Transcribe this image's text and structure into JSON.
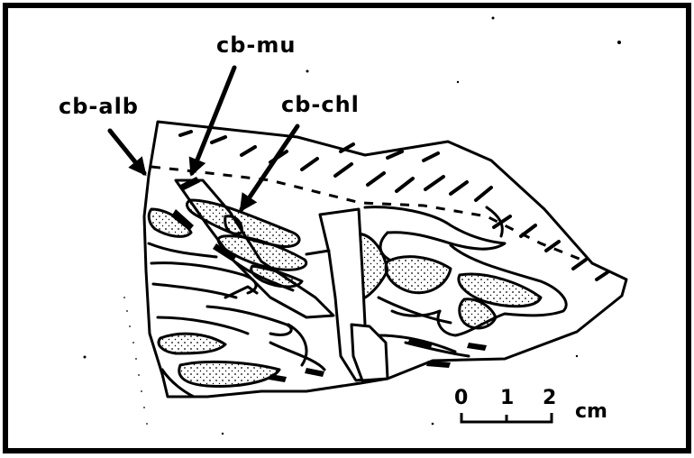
{
  "labels": {
    "cb_alb": "cb-alb",
    "cb_mu": "cb-mu",
    "cb_chl": "cb-chl"
  },
  "scale_bar": {
    "ticks": [
      "0",
      "1",
      "2"
    ],
    "unit": "cm"
  },
  "colors": {
    "ink": "#000000",
    "paper": "#ffffff"
  }
}
